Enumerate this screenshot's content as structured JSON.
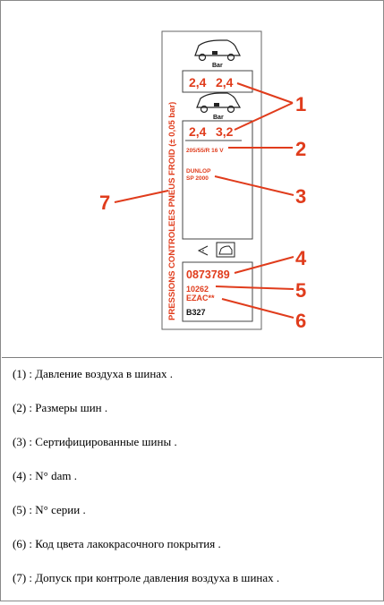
{
  "colors": {
    "accent": "#e03c1c",
    "ink": "#222222",
    "border": "#8a8a8a"
  },
  "label": {
    "vertical_title": "PRESSIONS CONTROLEES PNEUS FROID (± 0,05 bar)",
    "unit": "Bar",
    "row1": {
      "front": "2,4",
      "rear": "2,4"
    },
    "row2": {
      "front": "2,4",
      "rear": "3,2"
    },
    "tyre_size": "205/55/R 16 V",
    "tyre_brand_line1": "DUNLOP",
    "tyre_brand_line2": "SP 2000",
    "dam_number": "0873789",
    "serial_number": "10262",
    "paint_code": "EZAC**",
    "ref": "B327"
  },
  "callouts": [
    "1",
    "2",
    "3",
    "4",
    "5",
    "6",
    "7"
  ],
  "legend": [
    "(1) : Давление воздуха в шинах .",
    "(2) : Размеры шин .",
    "(3) : Сертифицированные шины .",
    "(4) : N° dam .",
    "(5) : N° серии .",
    "(6) : Код цвета лакокрасочного покрытия .",
    "(7) : Допуск при контроле давления воздуха в шинах ."
  ]
}
